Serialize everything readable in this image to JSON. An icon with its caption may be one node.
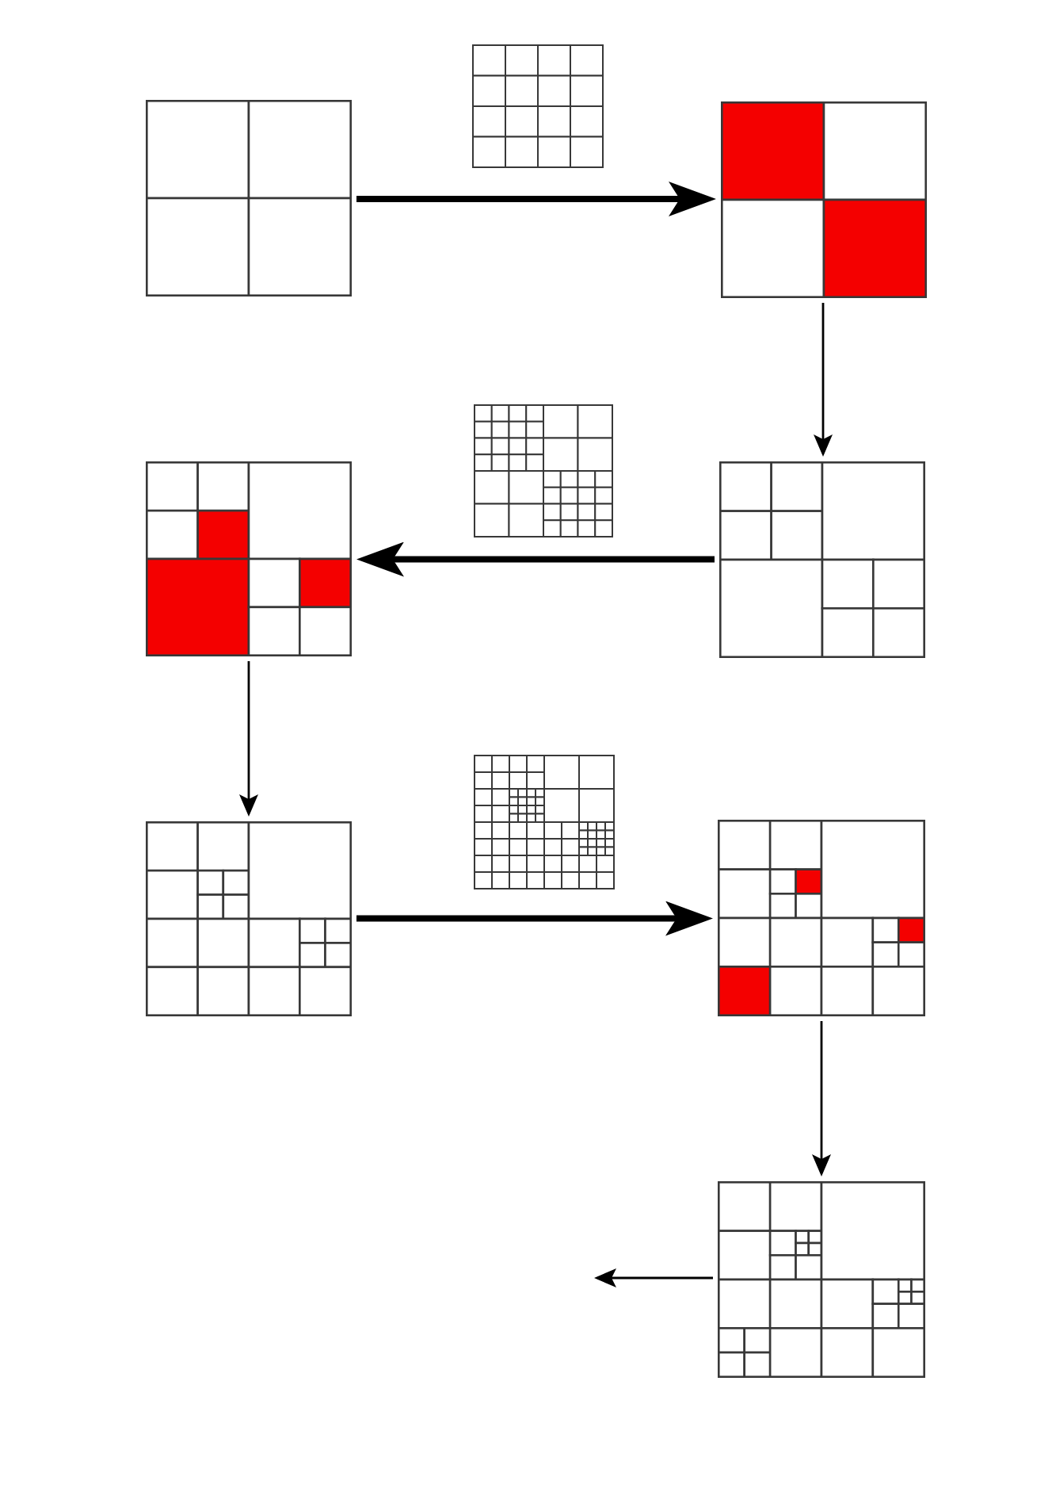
{
  "diagram": {
    "nodes": [
      {
        "text": [],
        "shape": "picture"
      },
      {
        "text": [],
        "shape": "picture"
      },
      {
        "text": [],
        "shape": "picture"
      },
      {
        "text": [],
        "shape": "picture"
      },
      {
        "text": [],
        "shape": "picture"
      },
      {
        "text": [],
        "shape": "picture"
      },
      {
        "text": [],
        "shape": "picture"
      },
      {
        "text": [],
        "shape": "picture"
      },
      {
        "text": [],
        "shape": "picture"
      },
      {
        "text": [],
        "shape": "picture"
      }
    ],
    "edges": [
      {
        "from": 0,
        "to": 2,
        "arrow": "to",
        "style": "thick"
      },
      {
        "from": 2,
        "to": 5,
        "arrow": "to"
      },
      {
        "from": 5,
        "to": 3,
        "arrow": "to",
        "style": "thick"
      },
      {
        "from": 3,
        "to": 6,
        "arrow": "to"
      },
      {
        "from": 6,
        "to": 8,
        "arrow": "to",
        "style": "thick"
      },
      {
        "from": 8,
        "to": 9,
        "arrow": "to"
      },
      {
        "from": 9,
        "to": null,
        "arrow": "to"
      }
    ]
  }
}
